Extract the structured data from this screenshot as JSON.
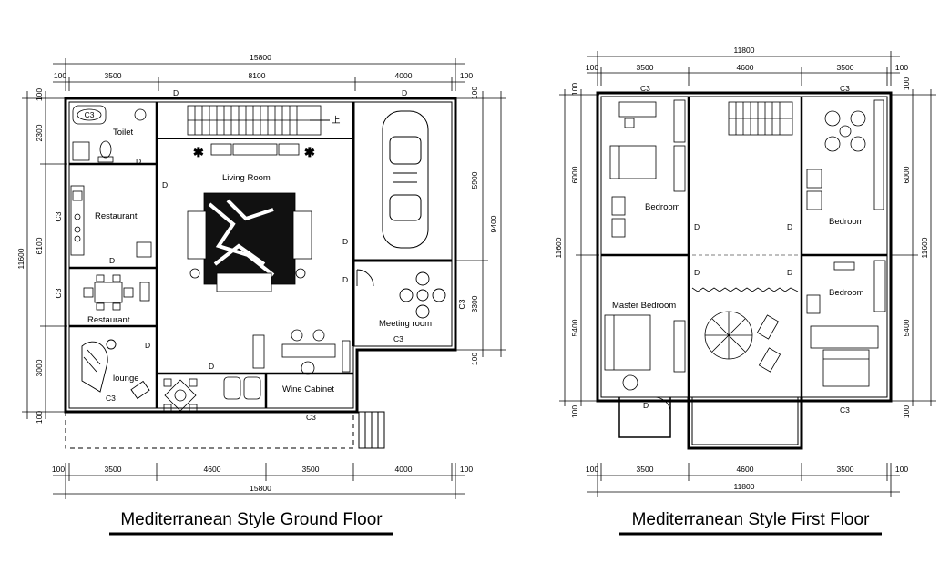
{
  "ground_floor": {
    "caption": "Mediterranean Style Ground Floor",
    "dims_top": [
      "100",
      "3500",
      "8100",
      "4000",
      "100"
    ],
    "overall_top": "15800",
    "dims_bottom": [
      "100",
      "3500",
      "4600",
      "3500",
      "4000",
      "100"
    ],
    "overall_bottom": "15800",
    "dims_left": [
      "100",
      "2300",
      "6100",
      "3000",
      "100"
    ],
    "overall_left": "11600",
    "dims_right": [
      "100",
      "5900",
      "3300",
      "100"
    ],
    "overall_right": "9400",
    "rooms": {
      "toilet": "Toilet",
      "living_room": "Living Room",
      "restaurant_1": "Restaurant",
      "restaurant_2": "Restaurant",
      "lounge": "lounge",
      "meeting_room": "Meeting room",
      "wine_cabinet": "Wine Cabinet"
    },
    "door_tag": "D",
    "window_tag": "C3",
    "stair_up": "上"
  },
  "first_floor": {
    "caption": "Mediterranean Style First Floor",
    "dims_top": [
      "100",
      "3500",
      "4600",
      "3500",
      "100"
    ],
    "overall_top": "11800",
    "dims_bottom": [
      "100",
      "3500",
      "4600",
      "3500",
      "100"
    ],
    "overall_bottom": "11800",
    "dims_left": [
      "100",
      "6000",
      "5400",
      "100"
    ],
    "overall_left": "11600",
    "dims_right": [
      "100",
      "6000",
      "5400",
      "100"
    ],
    "overall_right": "11600",
    "rooms": {
      "bedroom_1": "Bedroom",
      "bedroom_2": "Bedroom",
      "bedroom_3": "Bedroom",
      "master_bedroom": "Master Bedroom"
    },
    "door_tag": "D",
    "window_tag": "C3"
  }
}
